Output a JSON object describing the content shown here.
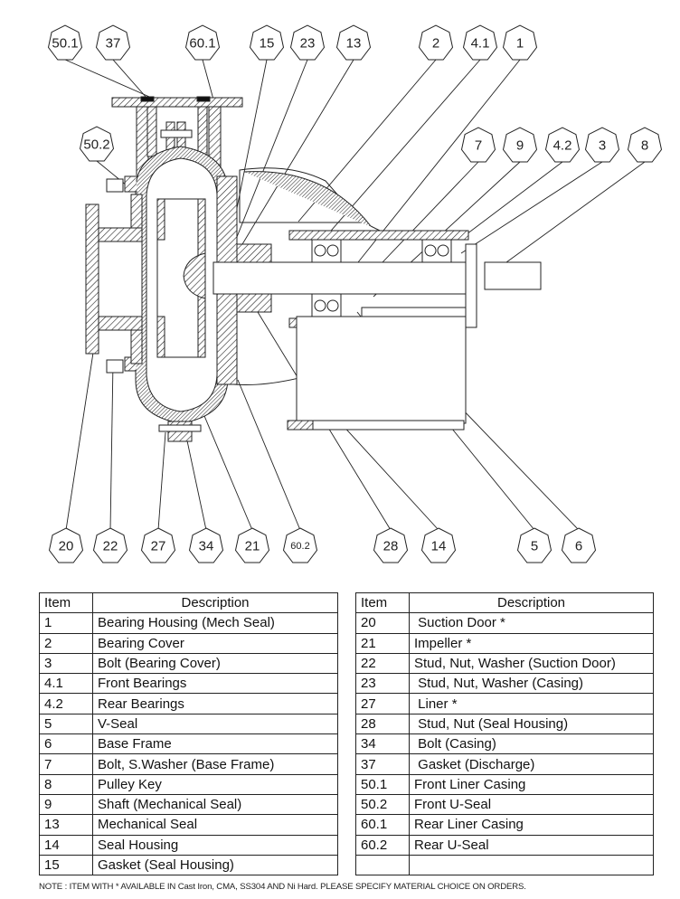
{
  "diagram": {
    "title": "Centrifugal pump sectional assembly (mechanical seal)",
    "callouts_top": [
      {
        "label": "50.1"
      },
      {
        "label": "37"
      },
      {
        "label": "60.1"
      },
      {
        "label": "15"
      },
      {
        "label": "23"
      },
      {
        "label": "13"
      },
      {
        "label": "2"
      },
      {
        "label": "4.1"
      },
      {
        "label": "1"
      }
    ],
    "callouts_mid": [
      {
        "label": "50.2"
      },
      {
        "label": "7"
      },
      {
        "label": "9"
      },
      {
        "label": "4.2"
      },
      {
        "label": "3"
      },
      {
        "label": "8"
      }
    ],
    "callouts_bottom": [
      {
        "label": "20"
      },
      {
        "label": "22"
      },
      {
        "label": "27"
      },
      {
        "label": "34"
      },
      {
        "label": "21"
      },
      {
        "label": "60.2"
      },
      {
        "label": "28"
      },
      {
        "label": "14"
      },
      {
        "label": "5"
      },
      {
        "label": "6"
      }
    ]
  },
  "parts_table": {
    "headers": {
      "item": "Item",
      "description": "Description"
    },
    "left": [
      {
        "item": "1",
        "description": "Bearing Housing (Mech Seal)"
      },
      {
        "item": "2",
        "description": "Bearing Cover"
      },
      {
        "item": "3",
        "description": "Bolt (Bearing Cover)"
      },
      {
        "item": "4.1",
        "description": "Front Bearings"
      },
      {
        "item": "4.2",
        "description": "Rear Bearings"
      },
      {
        "item": "5",
        "description": "V-Seal"
      },
      {
        "item": "6",
        "description": "Base Frame"
      },
      {
        "item": "7",
        "description": "Bolt, S.Washer (Base Frame)"
      },
      {
        "item": "8",
        "description": "Pulley Key"
      },
      {
        "item": "9",
        "description": "Shaft (Mechanical Seal)"
      },
      {
        "item": "13",
        "description": "Mechanical Seal"
      },
      {
        "item": "14",
        "description": "Seal Housing"
      },
      {
        "item": "15",
        "description": "Gasket (Seal Housing)"
      }
    ],
    "right": [
      {
        "item": "20",
        "description": " Suction Door *"
      },
      {
        "item": "21",
        "description": "Impeller *"
      },
      {
        "item": "22",
        "description": "Stud, Nut, Washer (Suction Door)"
      },
      {
        "item": "23",
        "description": " Stud, Nut, Washer (Casing)"
      },
      {
        "item": "27",
        "description": " Liner *"
      },
      {
        "item": "28",
        "description": " Stud, Nut (Seal Housing)"
      },
      {
        "item": "34",
        "description": " Bolt (Casing)"
      },
      {
        "item": "37",
        "description": " Gasket (Discharge)"
      },
      {
        "item": "50.1",
        "description": "Front Liner Casing"
      },
      {
        "item": "50.2",
        "description": "Front U-Seal"
      },
      {
        "item": "60.1",
        "description": "Rear Liner Casing"
      },
      {
        "item": "60.2",
        "description": "Rear U-Seal"
      },
      {
        "item": "",
        "description": ""
      }
    ]
  },
  "note": "NOTE :  ITEM WITH * AVAILABLE IN Cast Iron, CMA, SS304 AND Ni Hard. PLEASE SPECIFY MATERIAL CHOICE ON ORDERS."
}
